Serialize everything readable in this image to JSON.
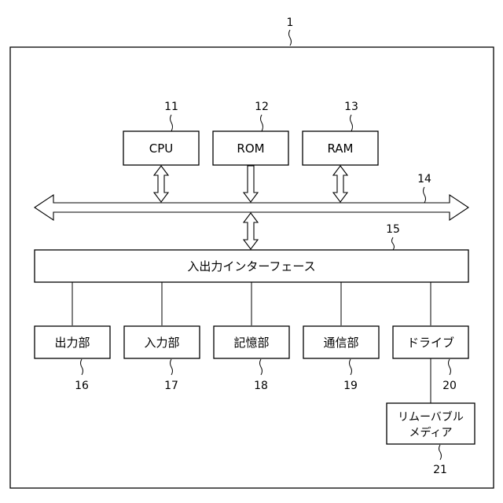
{
  "ref_device": "1",
  "blocks": {
    "cpu": {
      "label": "CPU",
      "ref": "11"
    },
    "rom": {
      "label": "ROM",
      "ref": "12"
    },
    "ram": {
      "label": "RAM",
      "ref": "13"
    },
    "bus": {
      "ref": "14"
    },
    "io_interface": {
      "label": "入出力インターフェース",
      "ref": "15"
    },
    "output_unit": {
      "label": "出力部",
      "ref": "16"
    },
    "input_unit": {
      "label": "入力部",
      "ref": "17"
    },
    "storage_unit": {
      "label": "記憶部",
      "ref": "18"
    },
    "communication_unit": {
      "label": "通信部",
      "ref": "19"
    },
    "drive": {
      "label": "ドライブ",
      "ref": "20"
    },
    "removable_media": {
      "label_line1": "リムーバブル",
      "label_line2": "メディア",
      "ref": "21"
    }
  }
}
